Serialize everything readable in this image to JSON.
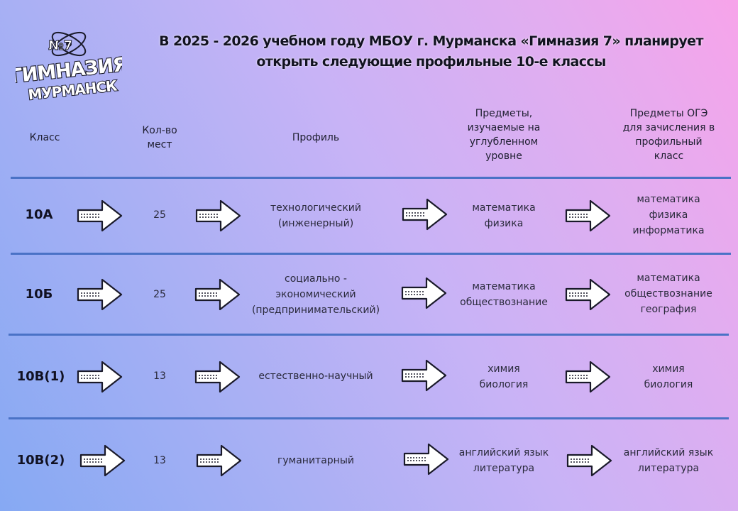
{
  "logo": {
    "number_mark": "№7",
    "line1": "ГИМНАЗИЯ",
    "line2": "МУРМАНСК"
  },
  "title": {
    "line1": "В 2025 - 2026 учебном году МБОУ г. Мурманска «Гимназия 7» планирует",
    "line2": "открыть следующие профильные 10-е классы"
  },
  "headers": {
    "class": "Класс",
    "seats": [
      "Кол-во",
      "мест"
    ],
    "profile": "Профиль",
    "advanced": [
      "Предметы,",
      "изучаемые на",
      "углубленном",
      "уровне"
    ],
    "oge": [
      "Предметы ОГЭ",
      "для зачисления в",
      "профильный",
      "класс"
    ]
  },
  "rows": [
    {
      "class": "10А",
      "seats": "25",
      "profile": [
        "технологический",
        "(инженерный)"
      ],
      "advanced": [
        "математика",
        "физика"
      ],
      "oge": [
        "математика",
        "физика",
        "информатика"
      ]
    },
    {
      "class": "10Б",
      "seats": "25",
      "profile": [
        "социально -",
        "экономический",
        "(предпринимательский)"
      ],
      "advanced": [
        "математика",
        "обществознание"
      ],
      "oge": [
        "математика",
        "обществознание",
        "география"
      ]
    },
    {
      "class": "10В(1)",
      "seats": "13",
      "profile": [
        "естественно-научный"
      ],
      "advanced": [
        "химия",
        "биология"
      ],
      "oge": [
        "химия",
        "биология"
      ]
    },
    {
      "class": "10В(2)",
      "seats": "13",
      "profile": [
        "гуманитарный"
      ],
      "advanced": [
        "английский язык",
        "литература"
      ],
      "oge": [
        "английский язык",
        "литература"
      ]
    }
  ],
  "colors": {
    "rule": "#4a72c6",
    "arrow_stroke": "#1a1a2a",
    "bg_left": "#86a9f3",
    "bg_right": "#f7a4ea"
  },
  "icons": {
    "arrow": "right-arrow-icon"
  }
}
